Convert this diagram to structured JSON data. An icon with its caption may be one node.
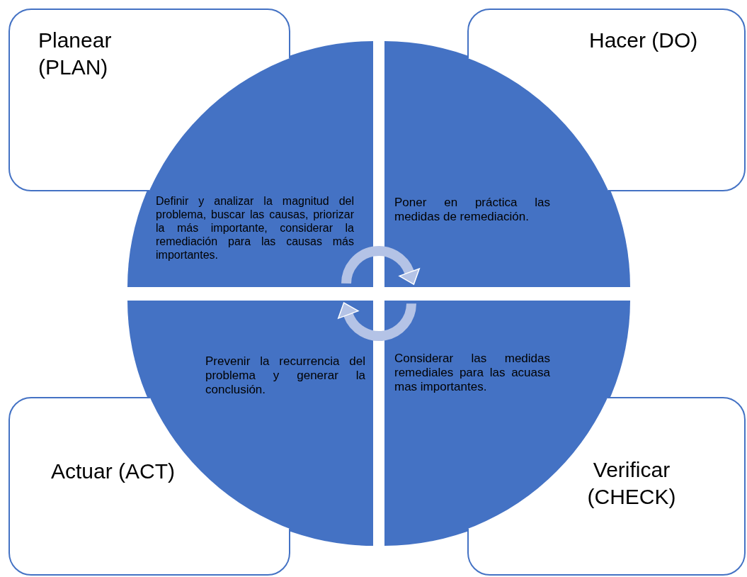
{
  "diagram": {
    "nodes": [
      {
        "text": [
          "Planear (PLAN)"
        ]
      },
      {
        "text": [
          "Hacer (DO)"
        ]
      },
      {
        "text": [
          "Actuar (ACT)"
        ]
      },
      {
        "text": [
          "Verificar (CHECK)"
        ]
      },
      {
        "text": [
          "Definir y analizar la magnitud del problema, buscar las causas, priorizar la más importante, considerar la remediación para las causas más importantes."
        ]
      },
      {
        "text": [
          "Poner en práctica las medidas de remediación."
        ]
      },
      {
        "text": [
          "Prevenir la recurrencia del problema y generar la conclusión."
        ]
      },
      {
        "text": [
          "Considerar las medidas remediales para las acuasa mas importantes."
        ]
      }
    ],
    "edges": [
      {
        "from": 4,
        "to": 5,
        "arrow": "to"
      },
      {
        "from": 7,
        "to": 6,
        "arrow": "to"
      }
    ]
  }
}
